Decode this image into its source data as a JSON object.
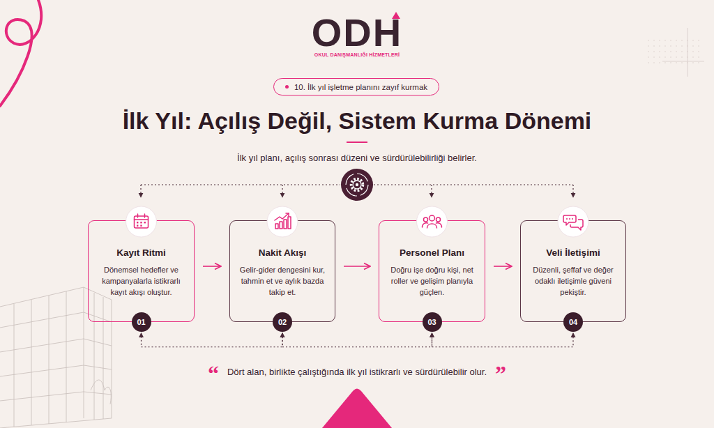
{
  "diagram": {
    "title": "İlk Yıl: Açılış Değil, Sistem Kurma Dönemi",
    "caption": "Dört alan, birlikte çalıştığında ilk yıl istikrarlı ve sürdürülebilir olur.",
    "nodes": [
      {
        "text": [
          "10. İlk yıl işletme planını zayıf kurmak"
        ]
      },
      {
        "text": [
          "Kayıt Ritmi",
          "Dönemsel hedefler ve kampanyalarla istikrarlı kayıt akışı oluştur."
        ]
      },
      {
        "text": [
          "01"
        ],
        "in": 1
      },
      {
        "text": [
          "Nakit Akışı",
          "Gelir-gider dengesini kur, tahmin et ve aylık bazda takip et."
        ]
      },
      {
        "text": [
          "02"
        ],
        "in": 3
      },
      {
        "text": [
          "Personel Planı",
          "Doğru işe doğru kişi, net roller ve gelişim planıyla güçlen."
        ]
      },
      {
        "text": [
          "03"
        ],
        "in": 5
      },
      {
        "text": [
          "Veli İletişimi",
          "Düzenli, şeffaf ve değer odaklı iletişimle güveni pekiştir."
        ]
      },
      {
        "text": [
          "04"
        ],
        "in": 7
      }
    ],
    "edges": [
      {
        "from": 1,
        "to": 3,
        "arrow": "to"
      },
      {
        "from": 3,
        "to": 5,
        "arrow": "to"
      },
      {
        "from": 5,
        "to": 7,
        "arrow": "to"
      },
      {
        "from": 2,
        "to": 4,
        "arrow": "both"
      },
      {
        "from": 4,
        "to": 6,
        "arrow": "both"
      },
      {
        "from": 6,
        "to": 8,
        "arrow": "both"
      }
    ],
    "labels": [
      "ODH",
      "OKUL DANIŞMANLIĞI HİZMETLERİ",
      "İlk yıl planı, açılış sonrası düzeni ve sürdürülebilirliği belirler.",
      "“",
      "”"
    ]
  }
}
